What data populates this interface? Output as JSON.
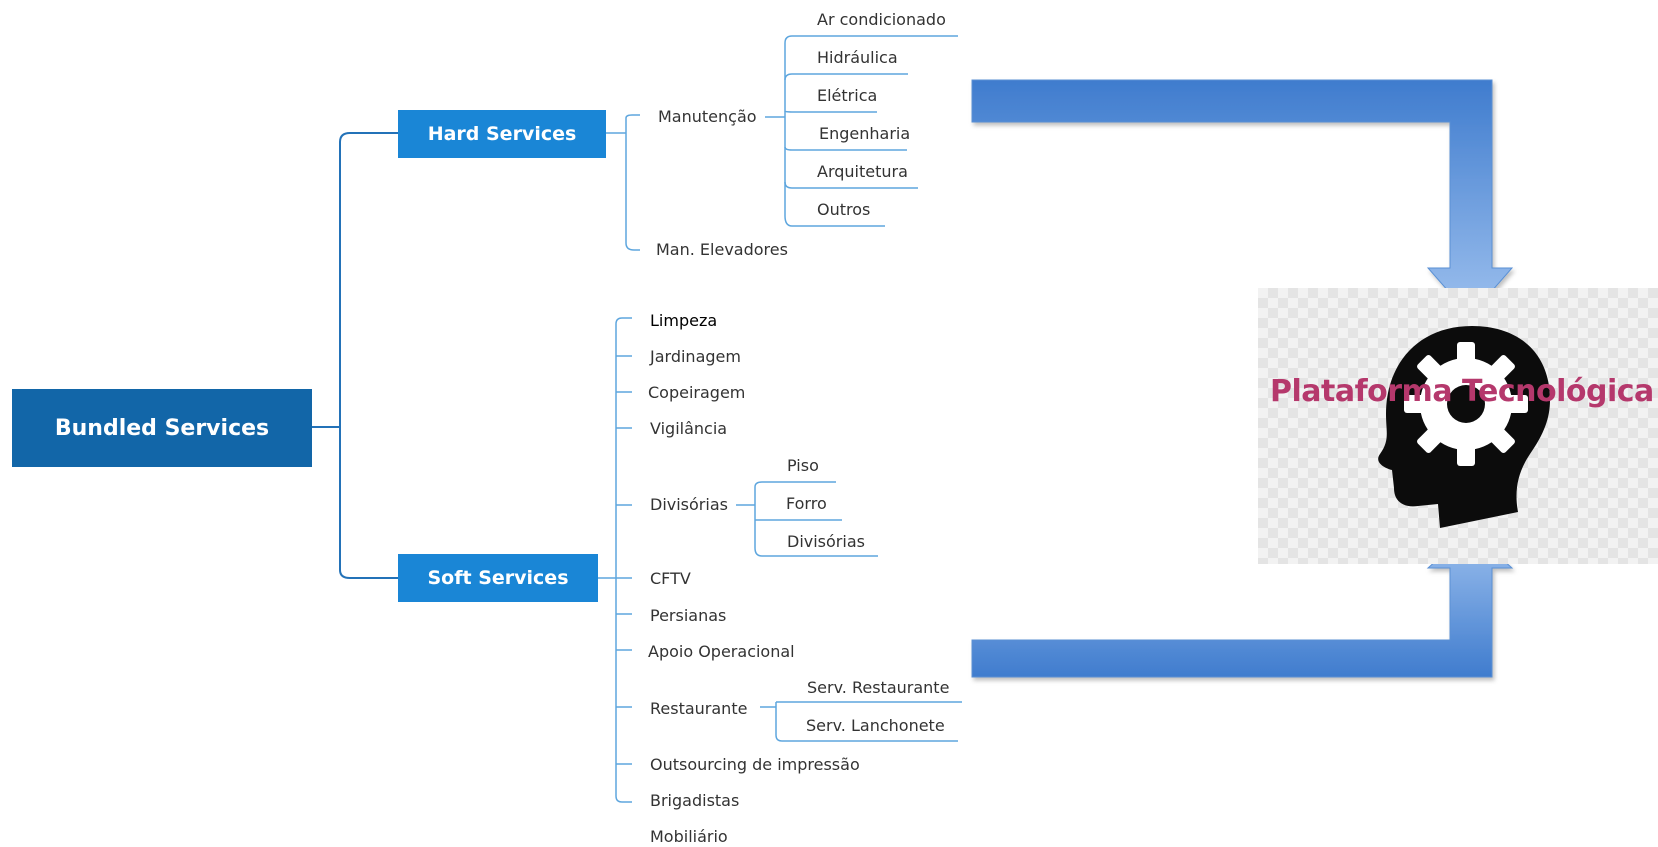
{
  "root": {
    "label": "Bundled Services"
  },
  "hard": {
    "label": "Hard Services",
    "manutencao": {
      "label": "Manutenção",
      "items": [
        "Ar condicionado",
        "Hidráulica",
        "Elétrica",
        "Engenharia",
        "Arquitetura",
        "Outros"
      ]
    },
    "elevadores": "Man. Elevadores"
  },
  "soft": {
    "label": "Soft Services",
    "items": [
      "Limpeza",
      "Jardinagem",
      "Copeiragem",
      "Vigilância",
      "Divisórias",
      "CFTV",
      "Persianas",
      "Apoio Operacional",
      "Restaurante",
      "Outsourcing de impressão",
      "Brigadistas",
      "Mobiliário"
    ],
    "divisorias_items": [
      "Piso",
      "Forro",
      "Divisórias"
    ],
    "restaurante_items": [
      "Serv. Restaurante",
      "Serv. Lanchonete"
    ]
  },
  "platform": {
    "label": "Plataforma Tecnológica",
    "icon": "head-gear-icon"
  },
  "colors": {
    "root_box": "#1266a8",
    "branch_box": "#1a86d6",
    "connector": "#3b8ed0",
    "arrow": "#4a86d0",
    "platform_text": "#b5386c"
  }
}
